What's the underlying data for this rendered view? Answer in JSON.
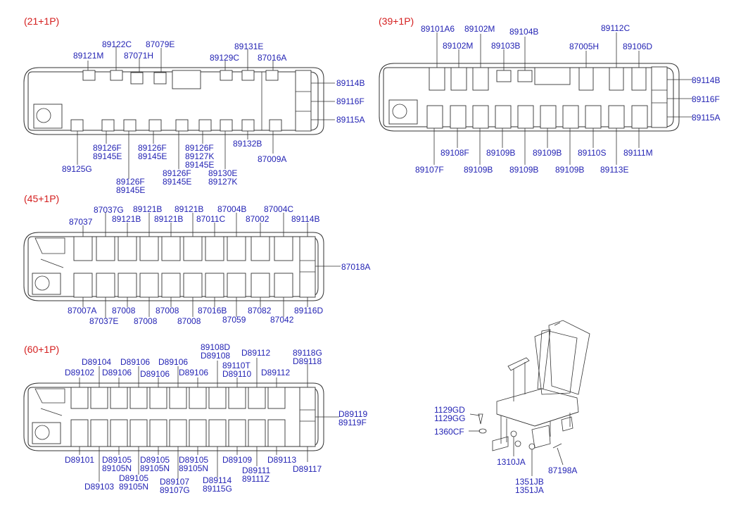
{
  "colors": {
    "label": "#2323b4",
    "section_header": "#d41e1e",
    "line": "#333333"
  },
  "sections": {
    "s21": {
      "header": "(21+1P)",
      "labels": [
        "89122C",
        "87079E",
        "89121M",
        "87071H",
        "89131E",
        "89129C",
        "87016A",
        "89114B",
        "89116F",
        "89115A",
        "89126F",
        "89145E",
        "89126F",
        "89145E",
        "89126F",
        "89127K",
        "89145E",
        "89132B",
        "89125G",
        "89126F",
        "89145E",
        "89126F",
        "89145E",
        "89130E",
        "89127K",
        "87009A"
      ]
    },
    "s39": {
      "header": "(39+1P)",
      "labels": [
        "89101A6",
        "89102M",
        "89102M",
        "89104B",
        "89103B",
        "89112C",
        "87005H",
        "89106D",
        "89114B",
        "89116F",
        "89115A",
        "89108F",
        "89109B",
        "89109B",
        "89110S",
        "89111M",
        "89107F",
        "89109B",
        "89109B",
        "89109B",
        "89113E"
      ]
    },
    "s45": {
      "header": "(45+1P)",
      "labels": [
        "87037G",
        "89121B",
        "89121B",
        "87004B",
        "87004C",
        "87037",
        "89121B",
        "89121B",
        "87011C",
        "87002",
        "89114B",
        "87018A",
        "87007A",
        "87008",
        "87008",
        "87016B",
        "87082",
        "89116D",
        "87037E",
        "87008",
        "87008",
        "87059",
        "87042"
      ]
    },
    "s60": {
      "header": "(60+1P)",
      "labels": [
        "89108D",
        "D89108",
        "89118G",
        "D89118",
        "D89104",
        "D89106",
        "D89106",
        "D89112",
        "89110T",
        "D89110",
        "D89102",
        "D89106",
        "D89106",
        "D89106",
        "D89112",
        "D89119",
        "89119F",
        "D89101",
        "D89105",
        "89105N",
        "D89105",
        "89105N",
        "D89105",
        "89105N",
        "D89109",
        "D89113",
        "D89111",
        "89111Z",
        "D89117",
        "D89103",
        "D89105",
        "89105N",
        "D89107",
        "89107G",
        "D89114",
        "89115G"
      ]
    },
    "detail": {
      "labels": [
        "1129GD",
        "1129GG",
        "1360CF",
        "1310JA",
        "87198A",
        "1351JB",
        "1351JA"
      ]
    }
  }
}
